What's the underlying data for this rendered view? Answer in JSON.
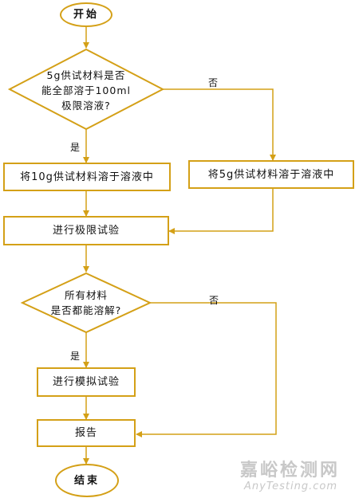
{
  "flow": {
    "start": "开始",
    "end": "结束",
    "decision1": "5g供试材料是否\n能全部溶于100ml\n极限溶液?",
    "decision1_yes": "是",
    "decision1_no": "否",
    "step_dissolve_10g": "将10g供试材料溶于溶液中",
    "step_dissolve_5g": "将5g供试材料溶于溶液中",
    "step_limit_test": "进行极限试验",
    "decision2": "所有材料\n是否都能溶解?",
    "decision2_yes": "是",
    "decision2_no": "否",
    "step_simulation_test": "进行模拟试验",
    "step_report": "报告"
  },
  "watermark": {
    "cn": "嘉峪检测网",
    "en": "AnyTesting.com"
  },
  "colors": {
    "border": "#d4a017",
    "line": "#d4a017",
    "text": "#111111"
  }
}
